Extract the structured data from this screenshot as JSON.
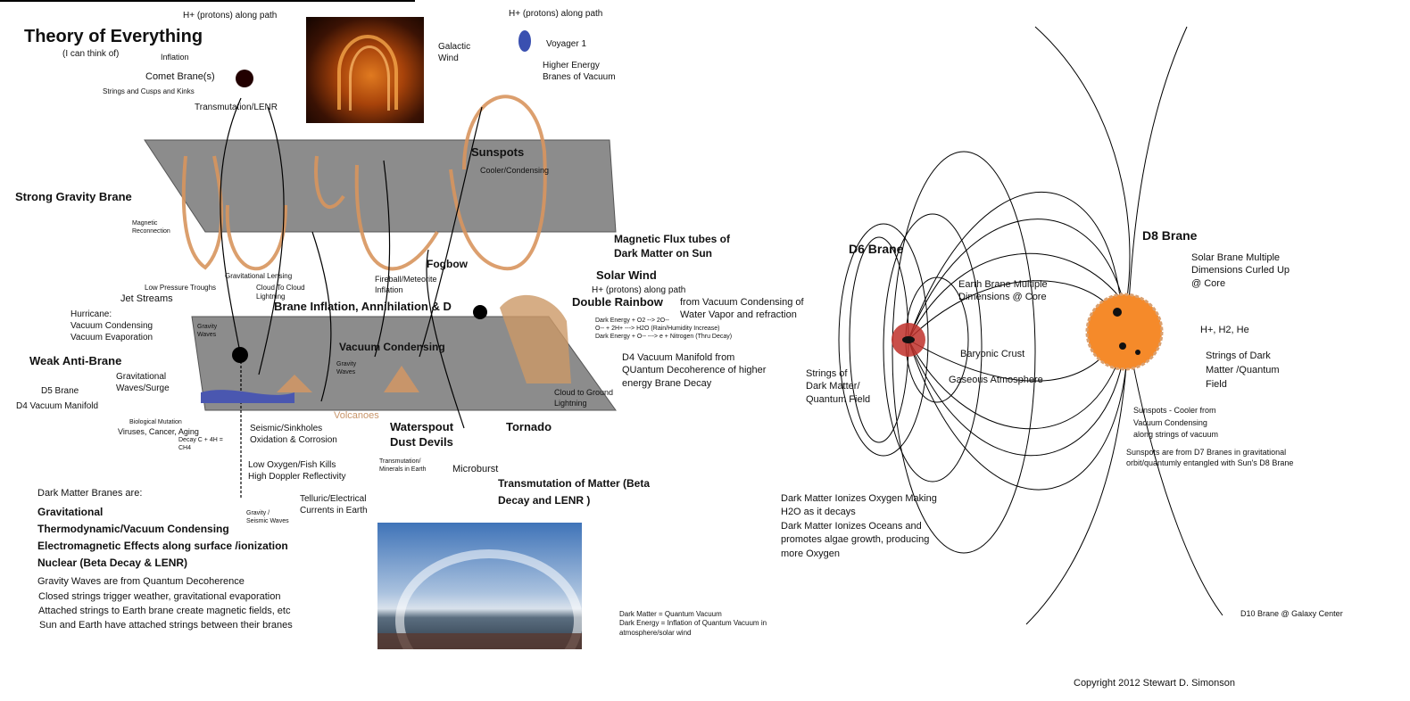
{
  "title": "Theory of Everything",
  "subtitle": "(I can think of)",
  "copyright": "Copyright 2012 Stewart D. Simonson",
  "colors": {
    "plane": "#8c8c8c",
    "flux_tube": "#d8955e",
    "sun": "#f58a2a",
    "earth": "#c0302a",
    "volcano_label": "#c8956a"
  },
  "left_diagram": {
    "top": {
      "protons_left": "H+ (protons) along path",
      "inflation": "Inflation",
      "comet_branes": "Comet Brane(s)",
      "strings_cusps": "Strings and Cusps and Kinks",
      "transmutation_lenr": "Transmutation/LENR",
      "protons_right": "H+ (protons) along path",
      "voyager": "Voyager 1",
      "galactic_wind": "Galactic\nWind",
      "higher_energy": "Higher Energy\nBranes of Vacuum",
      "sunspots": "Sunspots",
      "cooler": "Cooler/Condensing",
      "strong_gravity_brane": "Strong Gravity Brane",
      "magnetic_reconnection": "Magnetic\nReconnection",
      "flux_tubes": "Magnetic Flux tubes of\nDark Matter on Sun"
    },
    "middle": {
      "fogbow": "Fogbow",
      "solar_wind": "Solar Wind",
      "protons_sw": "H+ (protons) along path",
      "double_rainbow": "Double Rainbow",
      "rainbow_desc": "from Vacuum Condensing of\nWater Vapor and refraction",
      "equations": "Dark Energy + O2 --> 2O--\nO-- + 2H+ ---> H2O (Rain/Humidity Increase)\nDark Energy + O-- ---> e + Nitrogen (Thru Decay)",
      "d4_manifold_desc": "D4 Vacuum Manifold from\nQUantum Decoherence of higher\nenergy Brane Decay",
      "cloud_ground": "Cloud to Ground\nLightning",
      "fireball": "Fireball/Meteorite\nInflation",
      "grav_lensing": "Gravitational Lensing",
      "cloud_cloud": "Cloud To Cloud\nLightning",
      "brane_inflation": "Brane Inflation, Annihilation & D",
      "low_pressure": "Low Pressure Troughs",
      "jet_streams": "Jet Streams",
      "hurricane": "Hurricane:\nVacuum Condensing\nVacuum Evaporation",
      "gravity_waves_1": "Gravity\nWaves",
      "gravity_waves_2": "Gravity\nWaves",
      "vacuum_condensing": "Vacuum Condensing",
      "weak_anti_brane": "Weak Anti-Brane",
      "grav_waves_surge": "Gravitational\nWaves/Surge",
      "d5_brane": "D5 Brane",
      "d4_vacuum_manifold": "D4 Vacuum Manifold"
    },
    "bottom": {
      "bio_mutation": "Biological Mutation",
      "viruses": "Viruses, Cancer, Aging",
      "decay_ch4": "Decay C + 4H =\nCH4",
      "volcanoes": "Volcanoes",
      "seismic": "Seismic/Sinkholes\nOxidation & Corrosion",
      "waterspout": "Waterspout\nDust Devils",
      "tornado": "Tornado",
      "transmutation_minerals": "Transmutation/\nMinerals in Earth",
      "microburst": "Microburst",
      "transmutation_matter": "Transmutation of Matter (Beta\nDecay and LENR )",
      "low_oxygen": "Low Oxygen/Fish Kills\nHigh Doppler Reflectivity",
      "telluric": "Telluric/Electrical\nCurrents in Earth",
      "gravity_seismic": "Gravity /\nSeismic Waves"
    }
  },
  "branes_list": {
    "heading": "Dark Matter Branes are:",
    "items": [
      "Gravitational",
      "Thermodynamic/Vacuum  Condensing",
      "Electromagnetic Effects along surface /ionization",
      "Nuclear (Beta Decay & LENR)"
    ],
    "notes": [
      "Gravity Waves are from Quantum Decoherence",
      "Closed strings trigger weather, gravitational evaporation",
      "Attached strings to Earth brane create magnetic fields, etc",
      "Sun and Earth have attached strings between their branes"
    ]
  },
  "definitions": "Dark Matter = Quantum Vacuum\nDark Energy = Inflation of Quantum Vacuum in\natmosphere/solar wind",
  "right_diagram": {
    "d6_brane": "D6 Brane",
    "d8_brane": "D8 Brane",
    "solar_brane": "Solar Brane Multiple\nDimensions Curled Up\n @ Core",
    "earth_brane": "Earth Brane Multiple\nDimensions @ Core",
    "h_h2_he": "H+, H2, He",
    "strings_sun": "Strings of Dark\nMatter /Quantum\nField",
    "baryonic_crust": "Baryonic Crust",
    "gaseous_atmosphere": "Gaseous Atmosphere",
    "strings_earth": "Strings of\nDark Matter/\nQuantum Field",
    "sunspots_cooler": "Sunspots - Cooler from\nVacuum Condensing\nalong strings of vacuum",
    "sunspots_d7": "Sunspots are from D7 Branes in gravitational\norbit/quantumly entangled with Sun's D8 Brane",
    "ionizes": "Dark Matter Ionizes Oxygen Making\nH2O as it decays\nDark Matter Ionizes Oceans and\npromotes algae growth, producing\nmore Oxygen",
    "d10_brane": "D10 Brane @ Galaxy Center"
  }
}
